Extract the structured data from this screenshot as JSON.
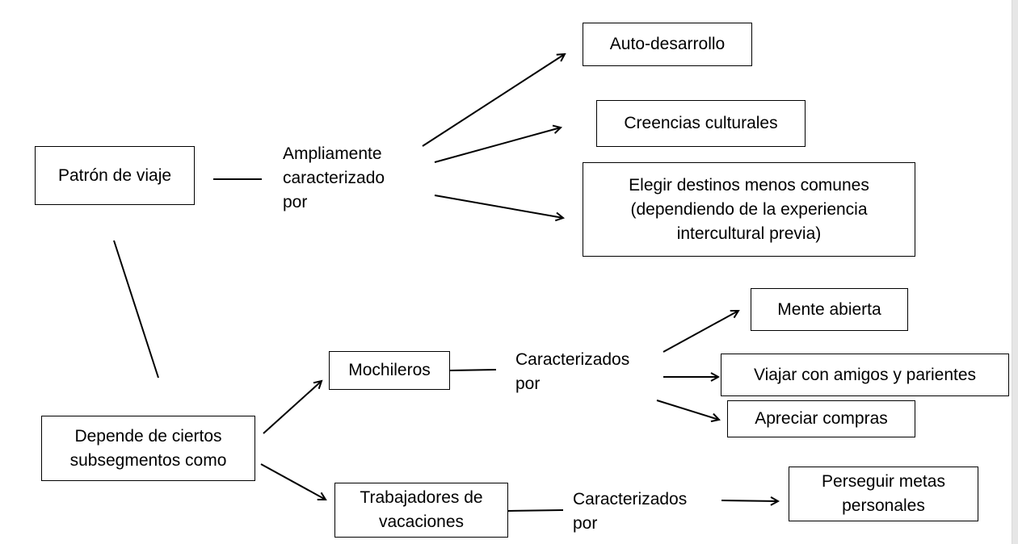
{
  "diagram": {
    "root": {
      "label": "Patrón de viaje",
      "relation": [
        "Ampliamente",
        "caracterizado",
        "por"
      ],
      "characteristics": [
        {
          "lines": [
            "Auto-desarrollo"
          ]
        },
        {
          "lines": [
            "Creencias culturales"
          ]
        },
        {
          "lines": [
            "Elegir destinos menos comunes",
            "(dependiendo de la experiencia",
            "intercultural previa)"
          ]
        }
      ]
    },
    "subsegments_node": {
      "lines": [
        "Depende de ciertos",
        "subsegmentos como"
      ]
    },
    "segments": [
      {
        "lines": [
          "Mochileros"
        ],
        "relation": [
          "Caracterizados",
          "por"
        ],
        "characteristics": [
          {
            "lines": [
              "Mente abierta"
            ]
          },
          {
            "lines": [
              "Viajar con amigos y parientes"
            ]
          },
          {
            "lines": [
              "Apreciar compras"
            ]
          }
        ]
      },
      {
        "lines": [
          "Trabajadores de",
          "vacaciones"
        ],
        "relation": [
          "Caracterizados",
          "por"
        ],
        "characteristics": [
          {
            "lines": [
              "Perseguir metas",
              "personales"
            ]
          }
        ]
      }
    ]
  },
  "colors": {
    "stroke": "#000000",
    "background": "#ffffff",
    "scroll_strip": "#e6e6e6"
  }
}
